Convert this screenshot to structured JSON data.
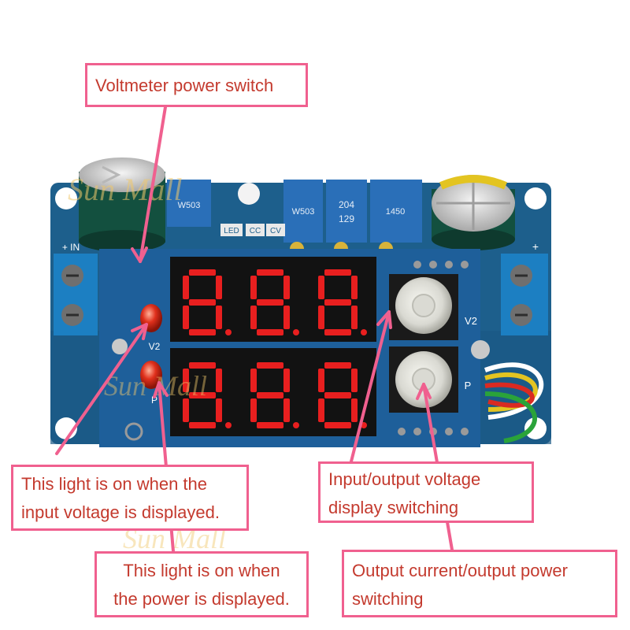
{
  "board": {
    "terminal_in_label": "+ IN",
    "terminal_out_label": "+",
    "button_label_v2": "V2",
    "button_label_p": "P",
    "led_label_v2": "V2",
    "led_label_p": "P",
    "indicator_labels": [
      "LED",
      "CC",
      "CV"
    ],
    "pot_labels": [
      "W503",
      "204",
      "129",
      "W503",
      "1450"
    ],
    "watermark": "Sun Mall",
    "display_digits_top": "8.8.8",
    "display_digits_bottom": "8.8.8"
  },
  "callouts": {
    "voltmeter_switch": "Voltmeter power switch",
    "input_light_line1": "This light is on when the",
    "input_light_line2": "input voltage is displayed.",
    "power_light_line1": "This light is on when",
    "power_light_line2": "the power is displayed.",
    "voltage_switch_line1": "Input/output voltage",
    "voltage_switch_line2": "display switching",
    "current_switch_line1": "Output current/output power",
    "current_switch_line2": "switching"
  },
  "colors": {
    "callout_border": "#f0608f",
    "callout_text": "#c43a2e",
    "pcb": "#1d5f8c",
    "terminal": "#1c7fc2",
    "led_red": "#e0301c",
    "display_body": "#121212"
  }
}
